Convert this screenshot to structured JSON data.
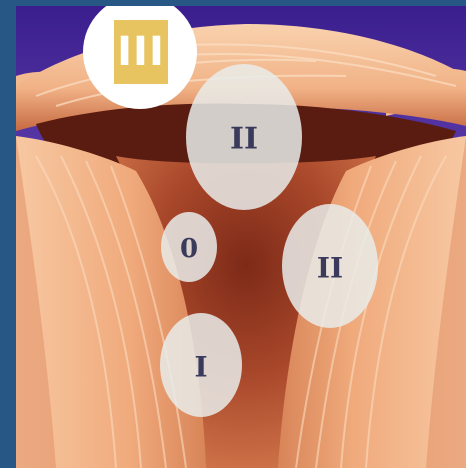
{
  "colors": {
    "background": "#275784",
    "sky_top": "#3a1f8c",
    "sky_bottom": "#cfd4f2",
    "muscle": "#f2b083",
    "muscle_dark": "#d98e62",
    "cavity": "#b24a2c",
    "lesion_fill": "#e9ecea",
    "badge_circle": "#ffffff",
    "badge_square": "#e8c460"
  },
  "badge": {
    "label": "III"
  },
  "lesions": [
    {
      "id": "type-ii-upper",
      "label": "II"
    },
    {
      "id": "type-0",
      "label": "0"
    },
    {
      "id": "type-ii-right",
      "label": "II"
    },
    {
      "id": "type-i",
      "label": "I"
    }
  ]
}
